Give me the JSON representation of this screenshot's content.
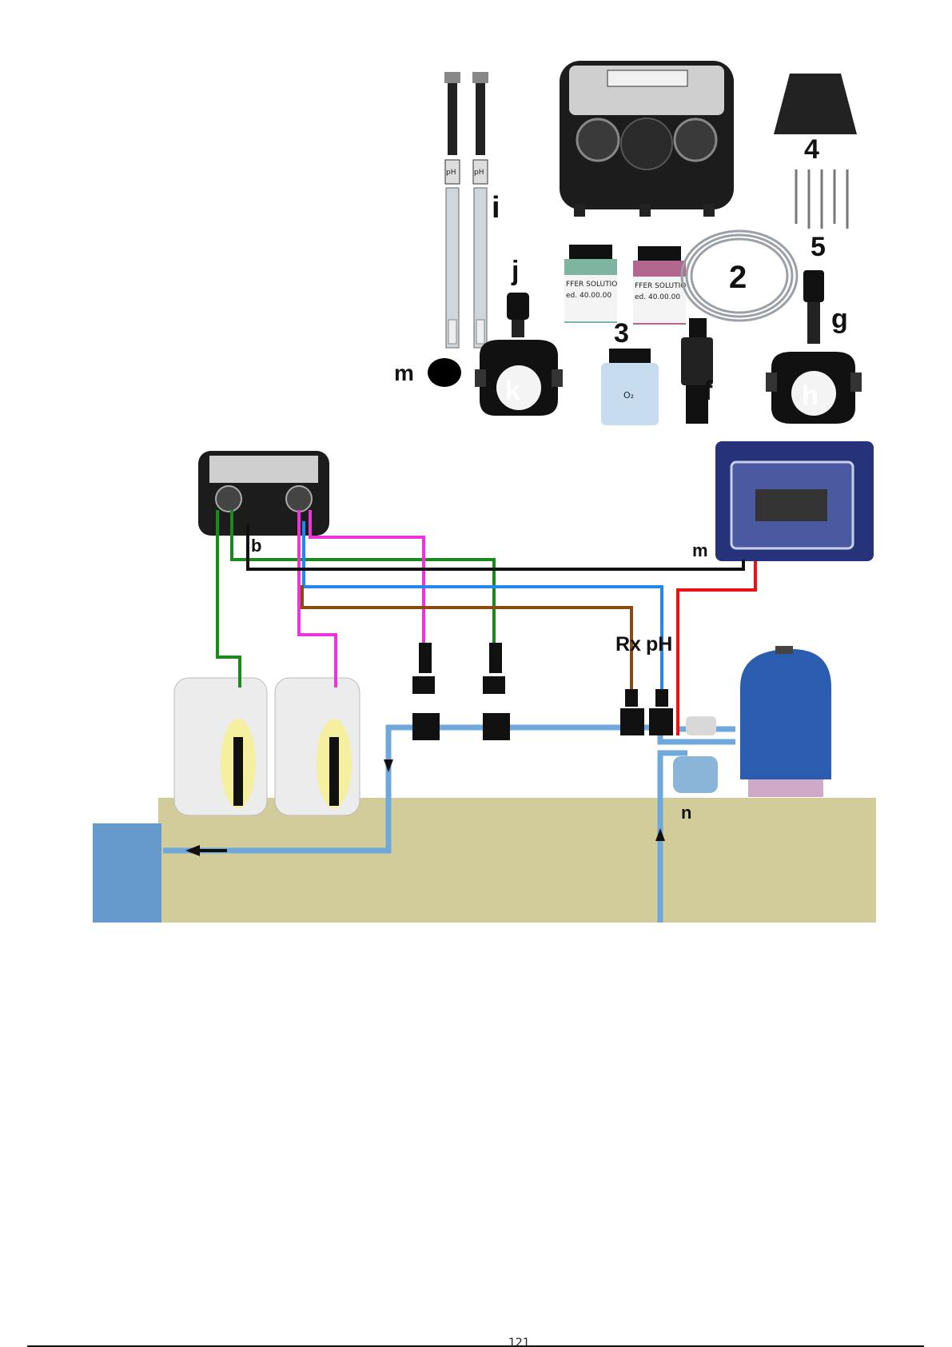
{
  "parts_labels": {
    "i": "i",
    "j": "j",
    "k": "k",
    "m": "m",
    "two": "2",
    "three": "3",
    "four": "4",
    "five": "5",
    "f": "f",
    "g": "g",
    "h": "h"
  },
  "bottle_texts": {
    "buffer": "FFER SOLUTIO",
    "ref": "ed. 40.00.00",
    "o2": "O₂"
  },
  "electrode_text": "pH",
  "install_labels": {
    "b": "b",
    "m": "m",
    "rx": "Rx",
    "ph": "pH",
    "n": "n"
  },
  "colors": {
    "green_line": "#1a8a1a",
    "magenta_line": "#ee33dd",
    "blue_line": "#2288ee",
    "brown_line": "#8a4a10",
    "black_line": "#111111",
    "red_line": "#ee1111",
    "pipe": "#6fa8dc",
    "ground": "#d2cc9a",
    "pool": "#6699cc"
  },
  "footer_number": "121"
}
